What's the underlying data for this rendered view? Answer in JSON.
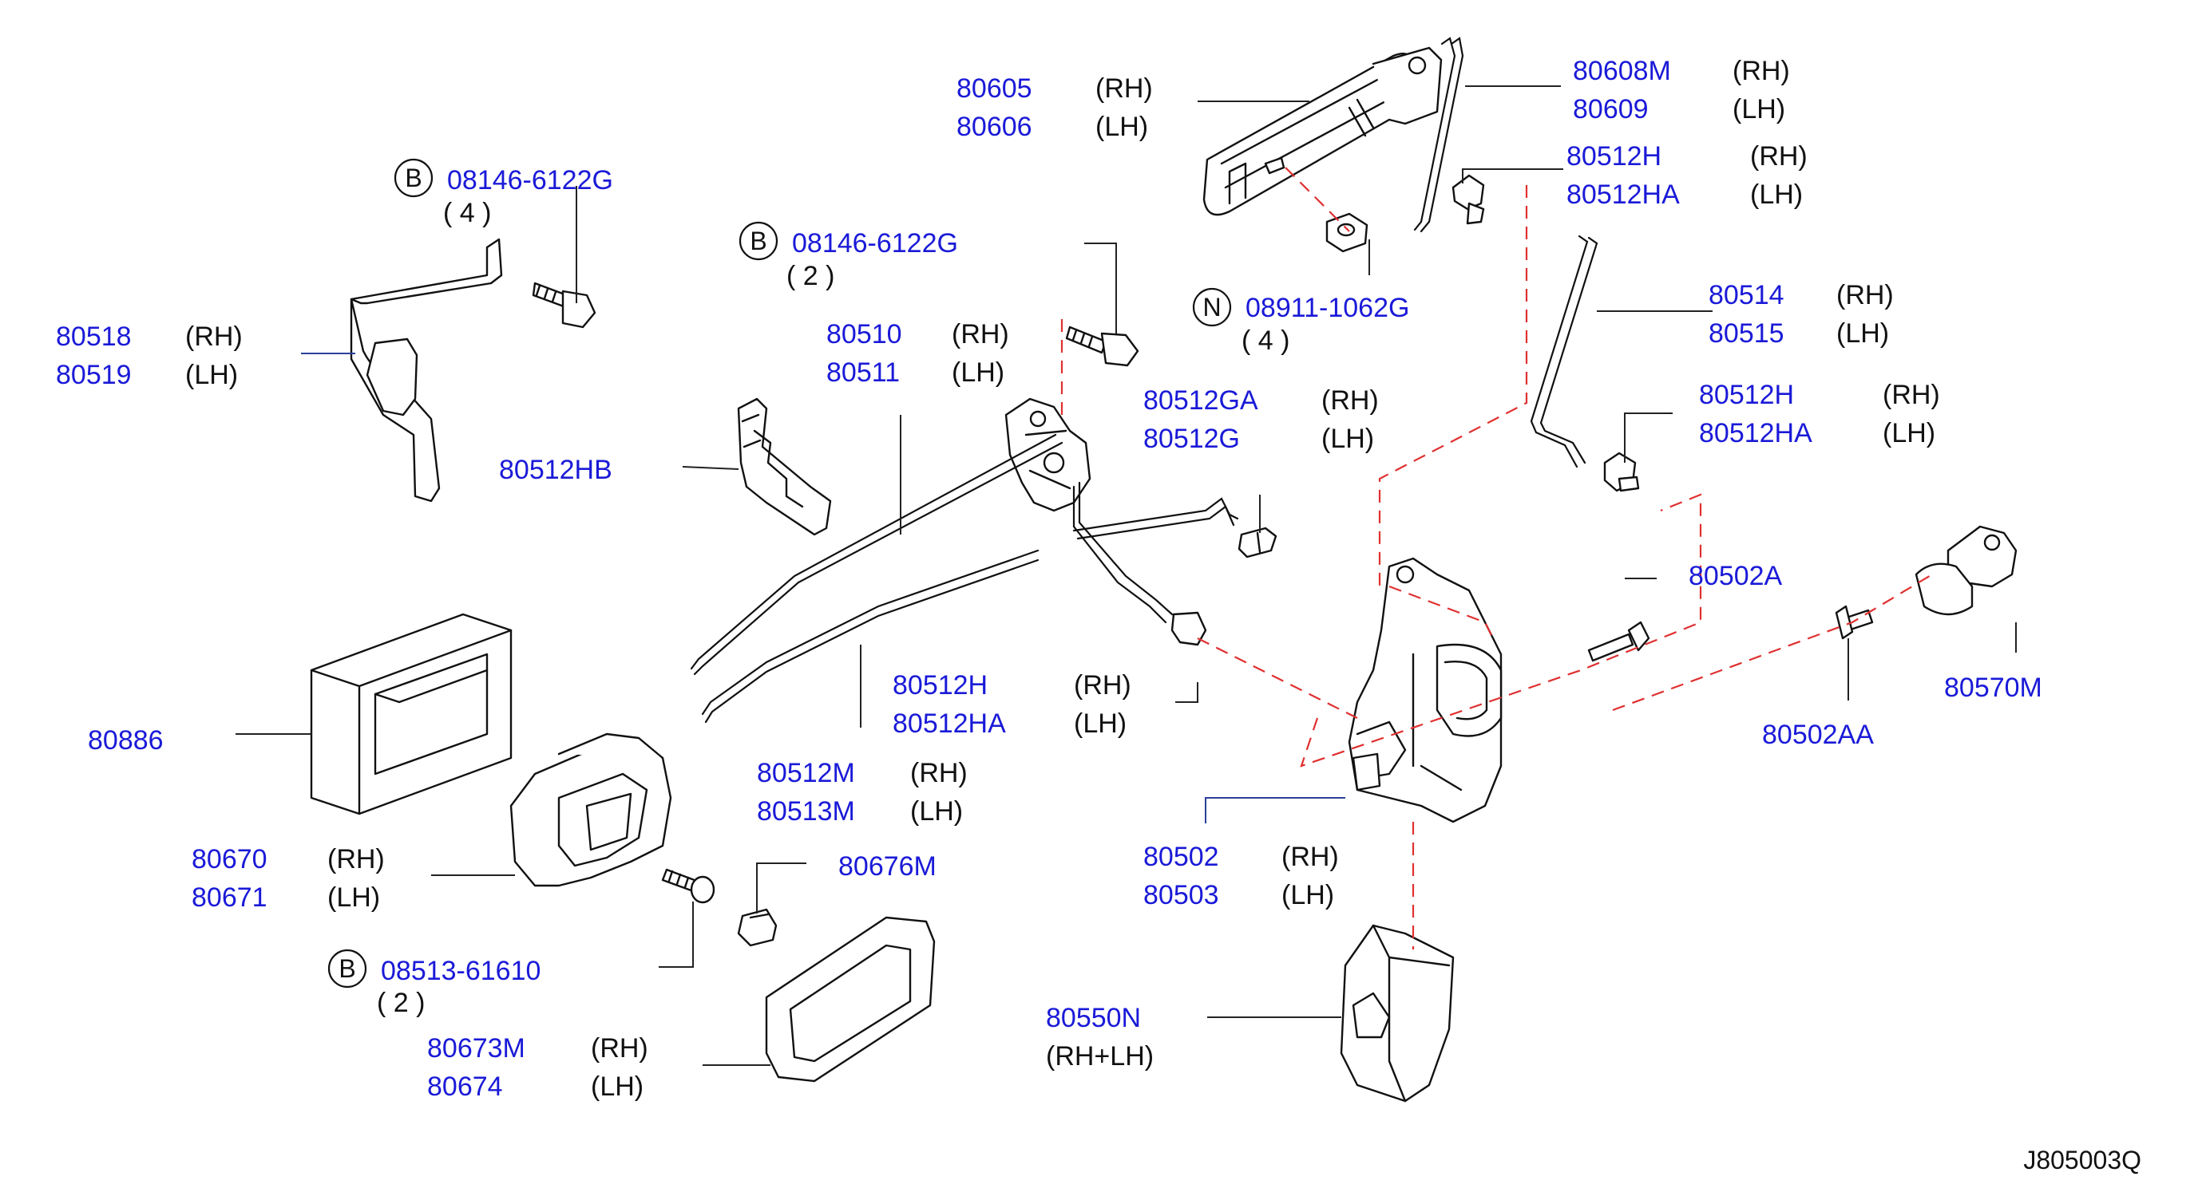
{
  "diagram_ref": "J805003Q",
  "labels": {
    "l80605": {
      "pn1": "80605",
      "s1": "(RH)",
      "pn2": "80606",
      "s2": "(LH)"
    },
    "l80608": {
      "pn1": "80608M",
      "s1": "(RH)",
      "pn2": "80609",
      "s2": "(LH)"
    },
    "l80512h_top": {
      "pn1": "80512H",
      "s1": "(RH)",
      "pn2": "80512HA",
      "s2": "(LH)"
    },
    "lbolt1": {
      "prefix": "B",
      "pn": "08146-6122G",
      "qty": "( 4 )"
    },
    "lbolt2": {
      "prefix": "B",
      "pn": "08146-6122G",
      "qty": "( 2 )"
    },
    "lnut": {
      "prefix": "N",
      "pn": "08911-1062G",
      "qty": "( 4 )"
    },
    "l80518": {
      "pn1": "80518",
      "s1": "(RH)",
      "pn2": "80519",
      "s2": "(LH)"
    },
    "l80510": {
      "pn1": "80510",
      "s1": "(RH)",
      "pn2": "80511",
      "s2": "(LH)"
    },
    "l80512ga": {
      "pn1": "80512GA",
      "s1": "(RH)",
      "pn2": "80512G",
      "s2": "(LH)"
    },
    "l80514": {
      "pn1": "80514",
      "s1": "(RH)",
      "pn2": "80515",
      "s2": "(LH)"
    },
    "l80512h_right": {
      "pn1": "80512H",
      "s1": "(RH)",
      "pn2": "80512HA",
      "s2": "(LH)"
    },
    "l80512hb": {
      "pn": "80512HB"
    },
    "l80502a": {
      "pn": "80502A"
    },
    "l80570m": {
      "pn": "80570M"
    },
    "l80502aa": {
      "pn": "80502AA"
    },
    "l80512h_mid": {
      "pn1": "80512H",
      "s1": "(RH)",
      "pn2": "80512HA",
      "s2": "(LH)"
    },
    "l80886": {
      "pn": "80886"
    },
    "l80512m": {
      "pn1": "80512M",
      "s1": "(RH)",
      "pn2": "80513M",
      "s2": "(LH)"
    },
    "l80670": {
      "pn1": "80670",
      "s1": "(RH)",
      "pn2": "80671",
      "s2": "(LH)"
    },
    "l80676m": {
      "pn": "80676M"
    },
    "l80502": {
      "pn1": "80502",
      "s1": "(RH)",
      "pn2": "80503",
      "s2": "(LH)"
    },
    "lscrew": {
      "prefix": "B",
      "pn": "08513-61610",
      "qty": "( 2 )"
    },
    "l80550n": {
      "pn": "80550N",
      "s": "(RH+LH)"
    },
    "l80673m": {
      "pn1": "80673M",
      "s1": "(RH)",
      "pn2": "80674",
      "s2": "(LH)"
    }
  }
}
